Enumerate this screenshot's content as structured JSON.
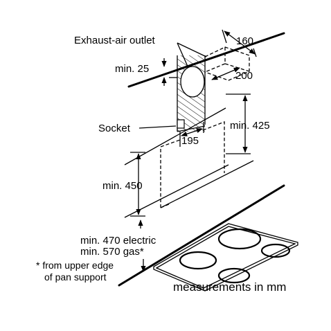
{
  "labels": {
    "exhaust_outlet": "Exhaust-air outlet",
    "socket": "Socket",
    "dim_160": "160",
    "dim_200": "200",
    "dim_min25": "min. 25",
    "dim_min425": "min. 425",
    "dim_195": "195",
    "dim_min450": "min. 450",
    "electric": "min. 470 electric",
    "gas": "min. 570 gas*",
    "footnote_line1": "* from upper edge",
    "footnote_line2": "of pan support",
    "units_note": "measurements in mm"
  }
}
